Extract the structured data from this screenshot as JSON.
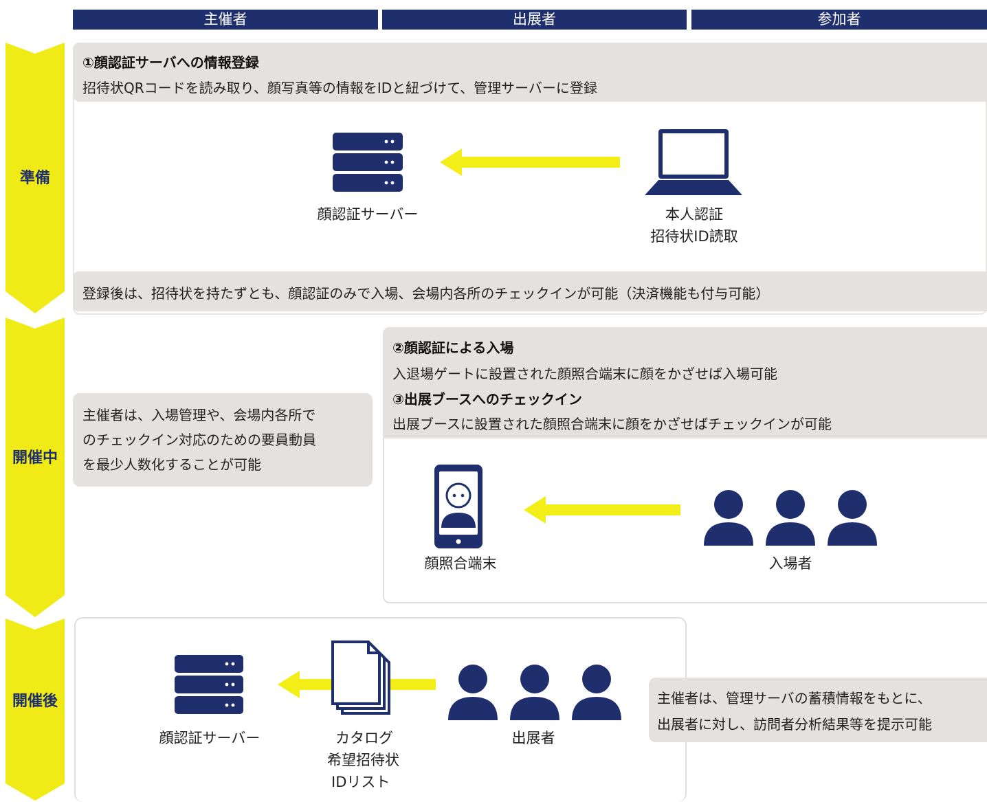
{
  "colors": {
    "navy": "#1f2f6e",
    "yellow": "#f0ea17",
    "box_gray": "#e5e1df",
    "outline_gray": "#e1dddb",
    "arrow_yellow": "#f3ee17"
  },
  "columns": [
    "主催者",
    "出展者",
    "参加者"
  ],
  "phases": [
    "準備",
    "開催中",
    "開催後"
  ],
  "prep": {
    "title": "①顔認証サーバへの情報登録",
    "desc": "招待状QRコードを読み取り、顔写真等の情報をIDと紐づけて、管理サーバーに登録",
    "server_label": "顔認証サーバー",
    "laptop_label_1": "本人認証",
    "laptop_label_2": "招待状ID読取",
    "note": "登録後は、招待状を持たずとも、顔認証のみで入場、会場内各所のチェックインが可能（決済機能も付与可能）",
    "icons": {
      "server": "server-icon",
      "laptop": "laptop-icon"
    }
  },
  "during": {
    "organizer_note_1": "主催者は、入場管理や、会場内各所で",
    "organizer_note_2": "のチェックイン対応のための要員動員",
    "organizer_note_3": "を最少人数化することが可能",
    "title2": "②顔認証による入場",
    "desc2": "入退場ゲートに設置された顔照合端末に顔をかざせば入場可能",
    "title3": "③出展ブースへのチェックイン",
    "desc3": "出展ブースに設置された顔照合端末に顔をかざせばチェックインが可能",
    "terminal_label": "顔照合端末",
    "visitors_label": "入場者",
    "icons": {
      "terminal": "phone-face-icon",
      "person": "person-icon"
    }
  },
  "after": {
    "server_label": "顔認証サーバー",
    "docs_label_1": "カタログ",
    "docs_label_2": "希望招待状",
    "docs_label_3": "IDリスト",
    "exhibitors_label": "出展者",
    "note_1": "主催者は、管理サーバの蓄積情報をもとに、",
    "note_2": "出展者に対し、訪問者分析結果等を提示可能",
    "icons": {
      "server": "server-icon",
      "docs": "document-stack-icon",
      "person": "person-icon"
    }
  }
}
